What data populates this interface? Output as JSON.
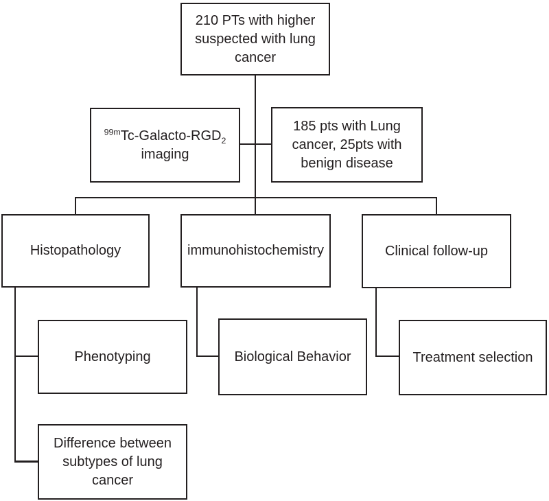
{
  "theme": {
    "background_color": "#ffffff",
    "line_color": "#231f20",
    "text_color": "#231f20"
  },
  "nodes": {
    "suspected": {
      "lines": [
        "210 PTs with higher",
        "suspected with lung",
        "cancer"
      ]
    },
    "imaging": {
      "sup": "99m",
      "main": "Tc-Galacto-RGD",
      "sub": "2",
      "line2": "imaging"
    },
    "cohort": {
      "lines": [
        "185 pts with Lung",
        "cancer, 25pts with",
        "benign disease"
      ]
    },
    "histopathology": {
      "label": "Histopathology"
    },
    "immunohistochemistry": {
      "label": "immunohistochemistry"
    },
    "clinical_followup": {
      "label": "Clinical follow-up"
    },
    "phenotyping": {
      "label": "Phenotyping"
    },
    "biological_behavior": {
      "label": "Biological Behavior"
    },
    "treatment_selection": {
      "label": "Treatment selection"
    },
    "difference": {
      "lines": [
        "Difference between",
        "subtypes of lung",
        "cancer"
      ]
    }
  }
}
